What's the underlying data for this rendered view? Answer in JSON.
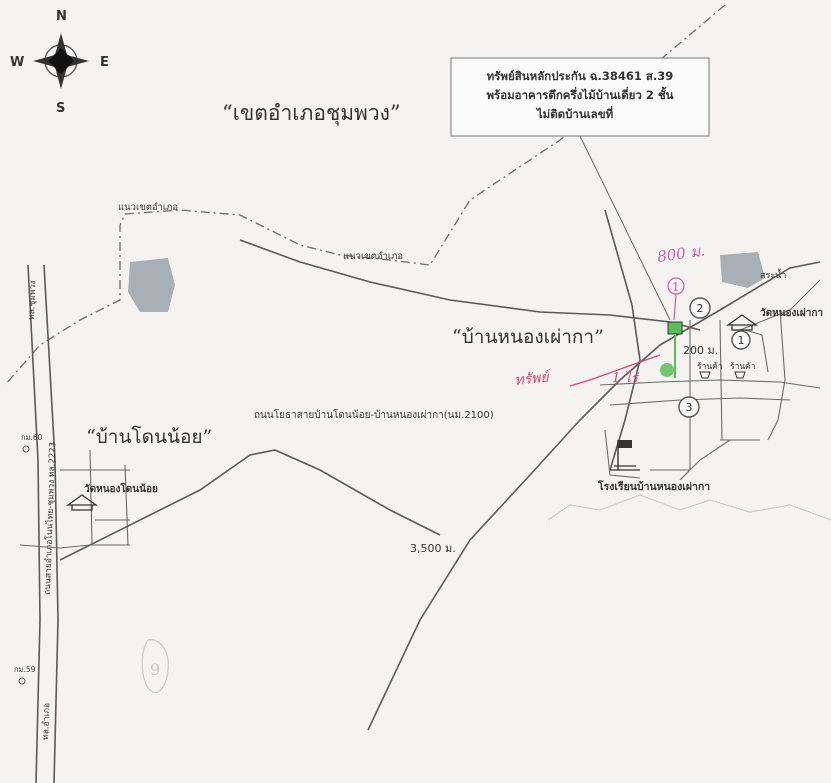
{
  "compass": {
    "n": "N",
    "s": "S",
    "e": "E",
    "w": "W"
  },
  "callout": {
    "line1": "ทรัพย์สินหลักประกัน ฉ.38461 ส.39",
    "line2": "พร้อมอาคารตึกครึ่งไม้บ้านเดี่ยว 2 ชั้น",
    "line3": "ไม่ติดบ้านเลขที่"
  },
  "district_label": "“เขตอำเภอชุมพวง”",
  "boundary_labels": [
    "แนวเขตอำเภอ",
    "แนวเขตอำเภอ"
  ],
  "village_nong_ao_ka": "“บ้านหนองเผ่ากา”",
  "village_don_noi": "“บ้านโดนน้อย”",
  "road_label": "ถนนโยธาสายบ้านโดนน้อย-บ้านหนองเผ่ากา(นม.2100)",
  "distance_label": "3,500 ม.",
  "short_distance": "200 ม.",
  "temple_nong_ao_ka": "วัดหนองเผ่ากา",
  "temple_don_noi": "วัดหนองโดนน้อย",
  "school": "โรงเรียนบ้านหนองเผ่ากา",
  "water_tank": "สระน้ำ",
  "shops": [
    "ร้านค้า",
    "ร้านค้า"
  ],
  "markers": [
    "1",
    "2",
    "3"
  ],
  "km_markers": [
    "กม.60",
    "กม.59"
  ],
  "highway": {
    "segment1": "ทล.ชุมพวง",
    "segment2": "ถนนสายอำเภอโนนไทย-ชุมพวง ทล.2223",
    "segment3": "ทล.อำเภอ"
  },
  "handwritten": {
    "distance": "800 ม.",
    "marker": "1",
    "note": "ทรัพย์",
    "note2": "1 ไร่",
    "page": "9"
  },
  "colors": {
    "highlight": "#5bbd57",
    "annotation": "#d9476a",
    "pond": "#9aa2aa"
  }
}
